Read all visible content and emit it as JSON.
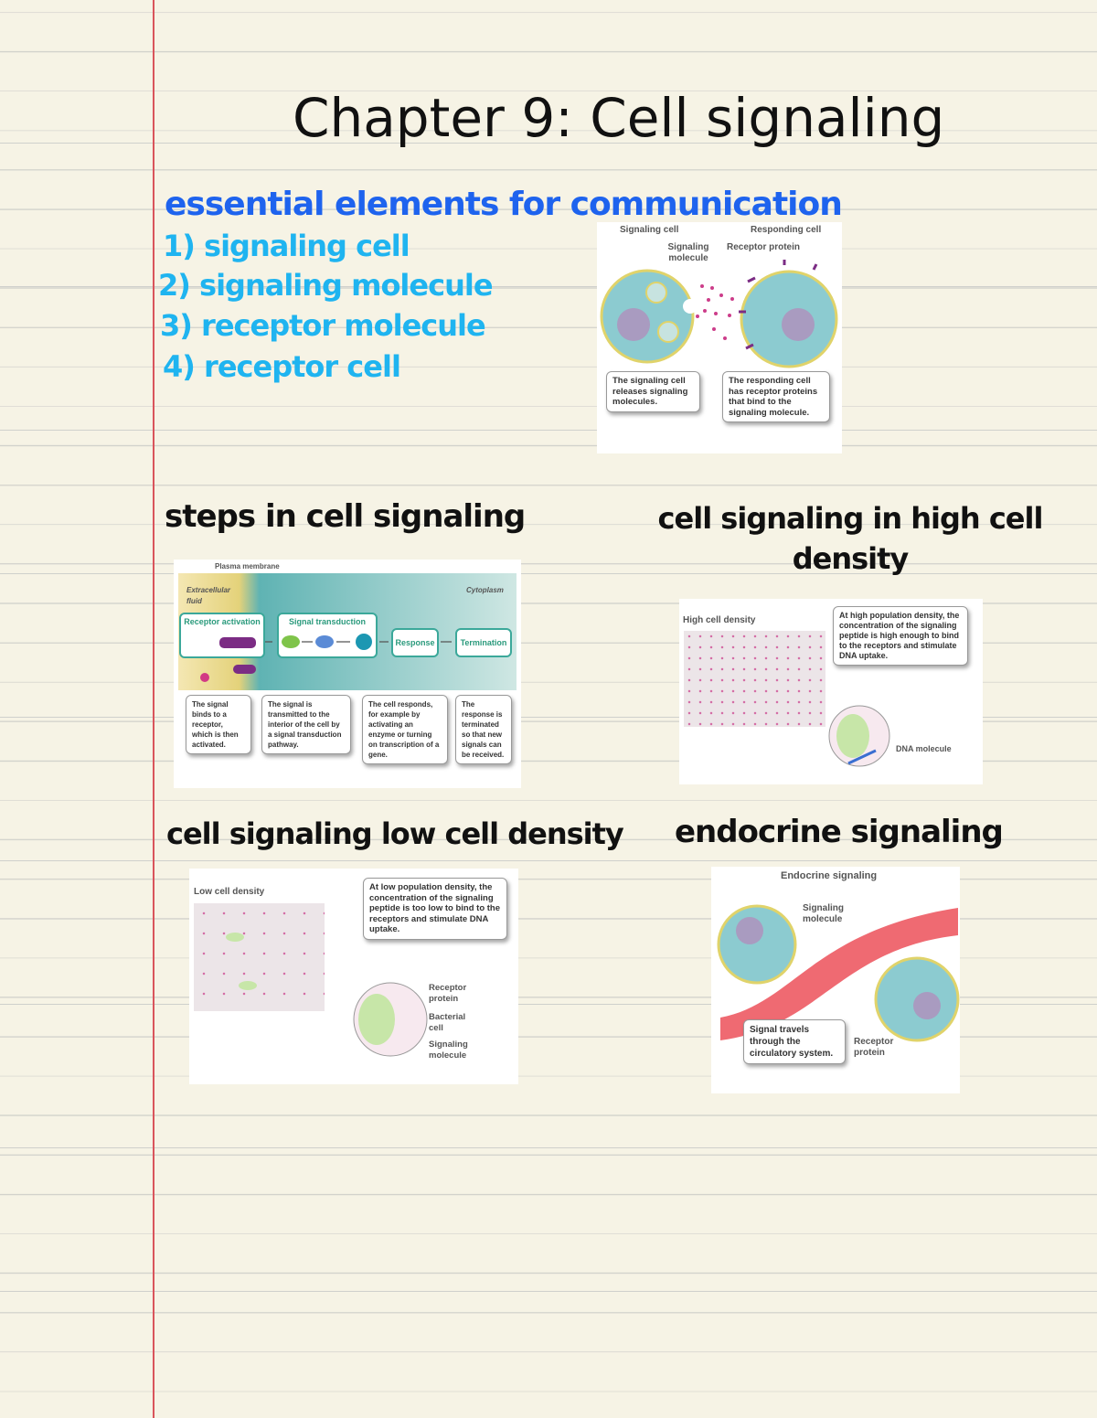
{
  "page": {
    "background": "#f6f3e5",
    "margin_color": "#d9545c"
  },
  "title": "Chapter 9: Cell signaling",
  "essentials": {
    "heading": "essential elements for communication",
    "items": [
      "1) signaling cell",
      "2) signaling molecule",
      "3) receptor molecule",
      "4) receptor cell"
    ]
  },
  "fig1": {
    "signaling_cell": "Signaling cell",
    "responding_cell": "Responding cell",
    "signaling_molecule": "Signaling molecule",
    "receptor_protein": "Receptor protein",
    "caption_left": "The signaling cell releases signaling molecules.",
    "caption_right": "The responding cell has receptor proteins that bind to the signaling molecule."
  },
  "steps": {
    "heading": "steps in cell signaling",
    "plasma_membrane": "Plasma membrane",
    "extracellular": "Extracellular fluid",
    "cytoplasm": "Cytoplasm",
    "boxes": [
      "Receptor activation",
      "Signal transduction",
      "Response",
      "Termination"
    ],
    "captions": [
      "The signal binds to a receptor, which is then activated.",
      "The signal is transmitted to the interior of the cell by a signal transduction pathway.",
      "The cell responds, for example by activating an enzyme or turning on transcription of a gene.",
      "The response is terminated so that new signals can be received."
    ]
  },
  "high": {
    "heading": "cell signaling in high cell density",
    "label": "High cell density",
    "caption": "At high population density, the concentration of the signaling peptide is high enough to bind to the receptors and stimulate DNA uptake.",
    "dna": "DNA molecule"
  },
  "low": {
    "heading": "cell signaling low cell density",
    "label": "Low cell density",
    "caption": "At low population density, the concentration of the signaling peptide is too low to bind to the receptors and stimulate DNA uptake.",
    "receptor": "Receptor protein",
    "bacterial": "Bacterial cell",
    "molecule": "Signaling molecule"
  },
  "endocrine": {
    "heading": "endocrine signaling",
    "title": "Endocrine signaling",
    "molecule": "Signaling molecule",
    "caption": "Signal travels through the circulatory system.",
    "receptor": "Receptor protein"
  }
}
